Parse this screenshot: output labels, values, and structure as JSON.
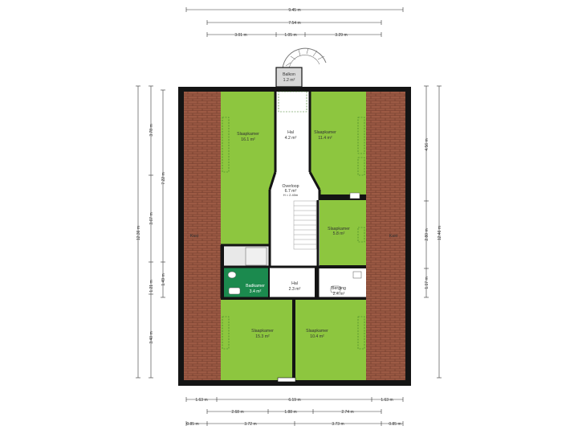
{
  "rooms": {
    "balkon": {
      "name": "Balkon",
      "area": "1.2 m²"
    },
    "hal_top": {
      "name": "Hal",
      "area": "4.2 m²"
    },
    "slaapkamer_nw": {
      "name": "Slaapkamer",
      "area": "16.1 m²"
    },
    "slaapkamer_ne": {
      "name": "Slaapkamer",
      "area": "11.4 m²"
    },
    "overloop": {
      "name": "Overloop",
      "area": "6.7 m²",
      "height": "H = 2.40m"
    },
    "slaapkamer_e": {
      "name": "Slaapkamer",
      "area": "5.8 m²"
    },
    "badkamer": {
      "name": "Badkamer",
      "area": "3.4 m²"
    },
    "hal_mid": {
      "name": "Hal",
      "area": "2.3 m²"
    },
    "berging": {
      "name": "Berging",
      "area": "2.4 m²"
    },
    "slaapkamer_sw": {
      "name": "Slaapkamer",
      "area": "15.3 m²"
    },
    "slaapkamer_se": {
      "name": "Slaapkamer",
      "area": "10.4 m²"
    },
    "kast_w": {
      "name": "Kast"
    },
    "kast_e": {
      "name": "Kast"
    }
  },
  "dimensions": {
    "top": {
      "total": "9.45 m",
      "inner": "7.54 m",
      "parts": [
        "3.01 m",
        "1.05 m",
        "3.29 m"
      ]
    },
    "bottom": {
      "row1": [
        "1.63 m",
        "6.19 m",
        "1.63 m"
      ],
      "row2": [
        "2.68 m",
        "1.88 m",
        "2.74 m"
      ],
      "row3": [
        "0.85 m",
        "3.72 m",
        "3.73 m",
        "0.85 m"
      ]
    },
    "left": {
      "total": "12.36 m",
      "mid": "7.22 m",
      "parts": [
        "3.78 m",
        "3.67 m",
        "1.21 m",
        "3.40 m"
      ],
      "small": "1.49 m"
    },
    "right": {
      "total": "12.46 m",
      "parts": [
        "4.56 m",
        "2.80 m",
        "1.17 m"
      ]
    }
  },
  "colors": {
    "room_fill": "#8dc63f",
    "bathroom_fill": "#1b8a4e",
    "roof_fill": "#9c5a44",
    "wall": "#141414",
    "hall_fill": "#ffffff",
    "balcony_fill": "#d8d8d8",
    "dim_line": "#333333"
  }
}
